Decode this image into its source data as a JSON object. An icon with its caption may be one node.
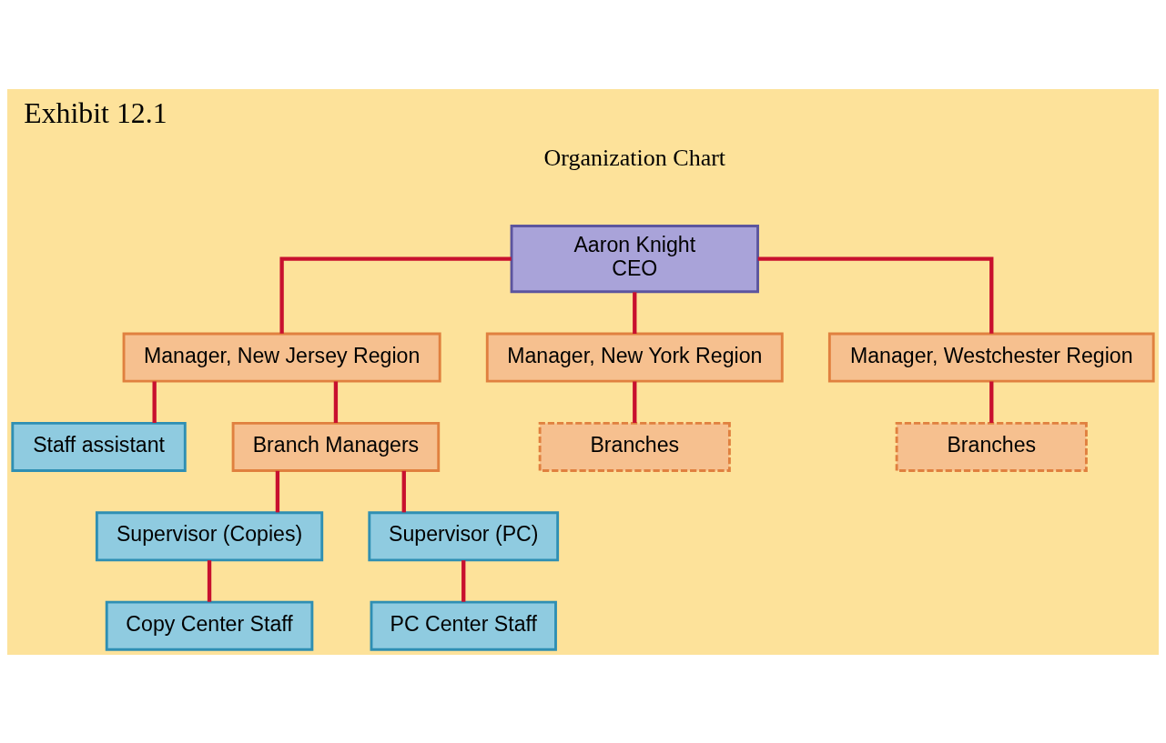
{
  "diagram": {
    "title": "Exhibit 12.1",
    "nodes": [
      {
        "text": [
          "Aaron Knight",
          "CEO"
        ]
      },
      {
        "text": [
          "Manager, New Jersey Region"
        ]
      },
      {
        "text": [
          "Manager, New York Region"
        ]
      },
      {
        "text": [
          "Manager, Westchester Region"
        ]
      },
      {
        "text": [
          "Staff assistant"
        ]
      },
      {
        "text": [
          "Branches"
        ]
      },
      {
        "text": [
          "Branches"
        ]
      },
      {
        "text": [
          "Branch Managers"
        ]
      },
      {
        "text": [
          "Supervisor (Copies)"
        ]
      },
      {
        "text": [
          "Supervisor (PC)"
        ]
      },
      {
        "text": [
          "Copy Center Staff"
        ]
      },
      {
        "text": [
          "PC Center Staff"
        ]
      }
    ],
    "edges": [
      {
        "from": 0,
        "to": 1,
        "arrow": "none"
      },
      {
        "from": 0,
        "to": 2,
        "arrow": "none"
      },
      {
        "from": 0,
        "to": 3,
        "arrow": "none"
      },
      {
        "from": 1,
        "to": 4,
        "arrow": "none"
      },
      {
        "from": 1,
        "to": 7,
        "arrow": "none"
      },
      {
        "from": 2,
        "to": 5,
        "arrow": "none"
      },
      {
        "from": 3,
        "to": 6,
        "arrow": "none"
      },
      {
        "from": 7,
        "to": 8,
        "arrow": "none"
      },
      {
        "from": 7,
        "to": 9,
        "arrow": "none"
      },
      {
        "from": 8,
        "to": 10,
        "arrow": "none"
      },
      {
        "from": 9,
        "to": 11,
        "arrow": "none"
      }
    ],
    "labels": [
      "Organization Chart"
    ]
  }
}
